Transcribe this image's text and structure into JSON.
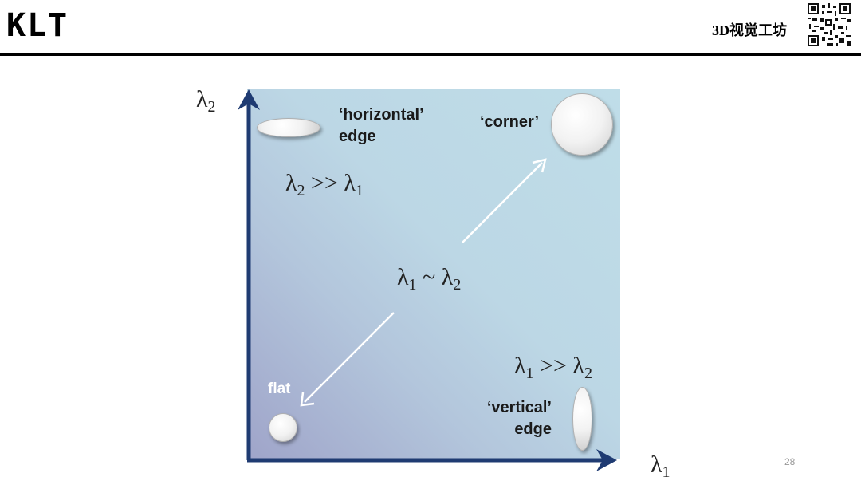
{
  "slide": {
    "title": "KLT",
    "brand": "3D视觉工坊",
    "page_number": "28"
  },
  "diagram": {
    "y_axis": {
      "symbol": "λ",
      "sub": "2"
    },
    "x_axis": {
      "symbol": "λ",
      "sub": "1"
    },
    "region_horizontal": {
      "line1": "‘horizontal’",
      "line2": "edge",
      "relation_a": "λ",
      "relation_a_sub": "2",
      "relation_op": " >> ",
      "relation_b": "λ",
      "relation_b_sub": "1"
    },
    "region_corner": {
      "label": "‘corner’"
    },
    "region_middle": {
      "relation_a": "λ",
      "relation_a_sub": "1",
      "relation_op": " ~ ",
      "relation_b": "λ",
      "relation_b_sub": "2"
    },
    "region_vertical": {
      "line1": "‘vertical’",
      "line2": "edge",
      "relation_a": "λ",
      "relation_a_sub": "1",
      "relation_op": " >> ",
      "relation_b": "λ",
      "relation_b_sub": "2"
    },
    "region_flat": {
      "label": "flat"
    },
    "colors": {
      "axis": "#1f3b72",
      "panel_light": "#bfdde8",
      "panel_dark": "#9fa4c9",
      "arrow": "#ffffff"
    }
  }
}
